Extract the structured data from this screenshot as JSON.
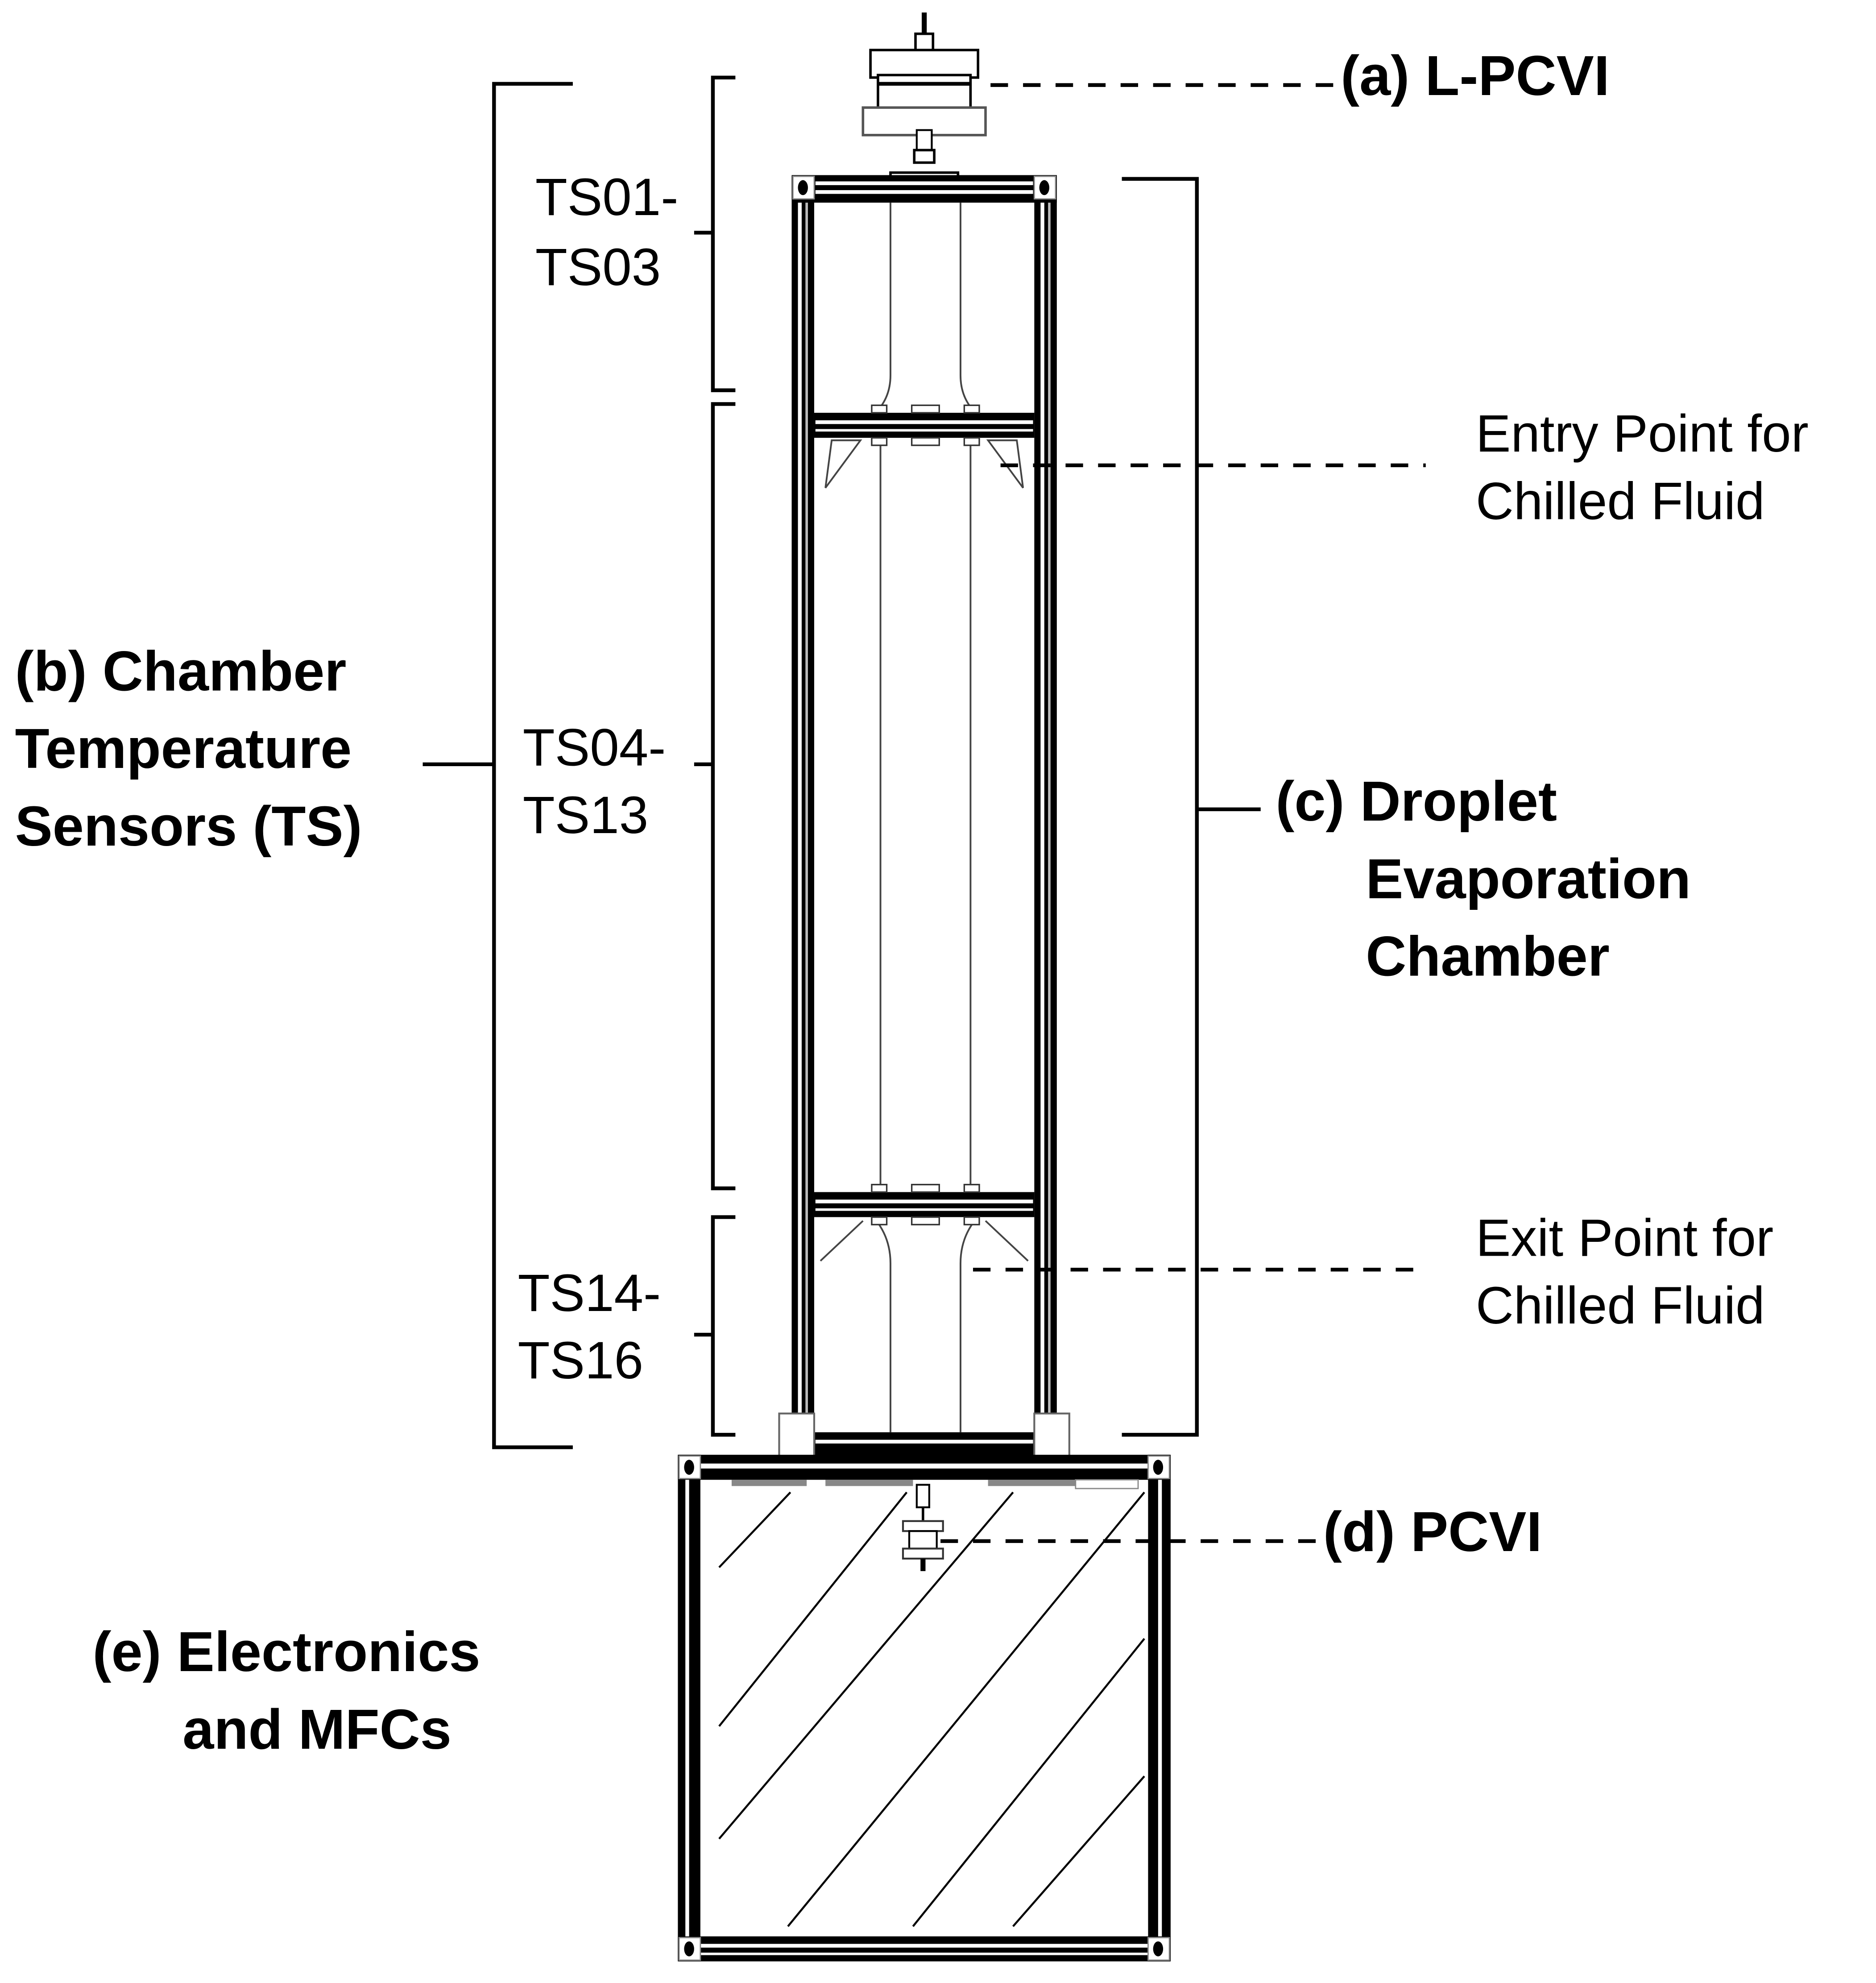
{
  "figure": {
    "type": "apparatus-schematic",
    "labels": {
      "a": "(a) L-PCVI",
      "b": [
        "(b) Chamber",
        "Temperature",
        "Sensors (TS)"
      ],
      "c": [
        "(c) Droplet",
        "Evaporation",
        "Chamber"
      ],
      "d": "(d) PCVI",
      "e": [
        "(e) Electronics",
        "and MFCs"
      ],
      "entry": [
        "Entry Point for",
        "Chilled Fluid"
      ],
      "exit": [
        "Exit Point for",
        "Chilled Fluid"
      ]
    },
    "sensor_groups": [
      {
        "lines": [
          "TS01-",
          "TS03"
        ]
      },
      {
        "lines": [
          "TS04-",
          "TS13"
        ]
      },
      {
        "lines": [
          "TS14-",
          "TS16"
        ]
      }
    ],
    "colors": {
      "ink": "#000000",
      "background": "#ffffff",
      "detail": "#444444"
    }
  }
}
